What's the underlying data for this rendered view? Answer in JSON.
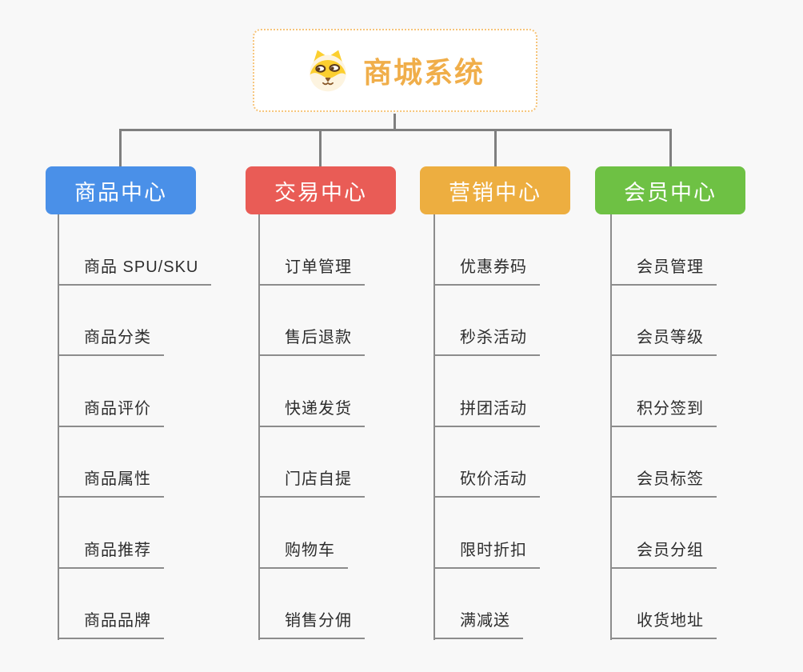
{
  "root": {
    "title": "商城系统",
    "icon": "dog-face-icon",
    "title_color": "#f0ae4a",
    "border_color": "#f6c47a"
  },
  "branches": [
    {
      "label": "商品中心",
      "color": "#4a90e8",
      "items": [
        "商品 SPU/SKU",
        "商品分类",
        "商品评价",
        "商品属性",
        "商品推荐",
        "商品品牌"
      ]
    },
    {
      "label": "交易中心",
      "color": "#e95c56",
      "items": [
        "订单管理",
        "售后退款",
        "快递发货",
        "门店自提",
        "购物车",
        "销售分佣"
      ]
    },
    {
      "label": "营销中心",
      "color": "#edae40",
      "items": [
        "优惠券码",
        "秒杀活动",
        "拼团活动",
        "砍价活动",
        "限时折扣",
        "满减送"
      ]
    },
    {
      "label": "会员中心",
      "color": "#6ec144",
      "items": [
        "会员管理",
        "会员等级",
        "积分签到",
        "会员标签",
        "会员分组",
        "收货地址"
      ]
    }
  ],
  "connector_color": "#7f7f7f",
  "background_color": "#f8f8f8"
}
